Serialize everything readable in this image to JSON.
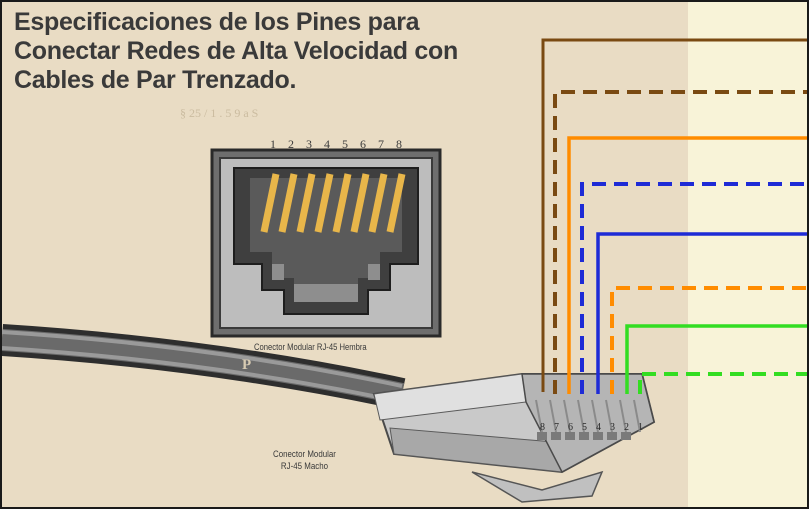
{
  "title": {
    "line1": "Especificaciones de los Pines para",
    "line2": "Conectar Redes de Alta Velocidad con",
    "line3": "Cables de Par Trenzado."
  },
  "female_connector": {
    "pin_numbers": [
      "1",
      "2",
      "3",
      "4",
      "5",
      "6",
      "7",
      "8"
    ],
    "label": "Conector Modular RJ-45 Hembra"
  },
  "male_connector": {
    "label_line1": "Conector Modular",
    "label_line2": "RJ-45 Macho",
    "pin_numbers": [
      "8",
      "7",
      "6",
      "5",
      "4",
      "3",
      "2",
      "1"
    ]
  },
  "wires": [
    {
      "name": "brown",
      "color": "#7a4a12",
      "style": "solid"
    },
    {
      "name": "brown-white",
      "color": "#7a4a12",
      "style": "dashed"
    },
    {
      "name": "orange",
      "color": "#ff8c00",
      "style": "solid"
    },
    {
      "name": "blue-white",
      "color": "#1e2bd6",
      "style": "dashed"
    },
    {
      "name": "blue",
      "color": "#1e2bd6",
      "style": "solid"
    },
    {
      "name": "orange-white",
      "color": "#ff8c00",
      "style": "dashed"
    },
    {
      "name": "green",
      "color": "#33dd22",
      "style": "solid"
    },
    {
      "name": "green-white",
      "color": "#33dd22",
      "style": "dashed"
    }
  ],
  "colors": {
    "background": "#e9dcc4",
    "right_strip": "#f8f3d8",
    "contacts": "#e8b64a"
  }
}
